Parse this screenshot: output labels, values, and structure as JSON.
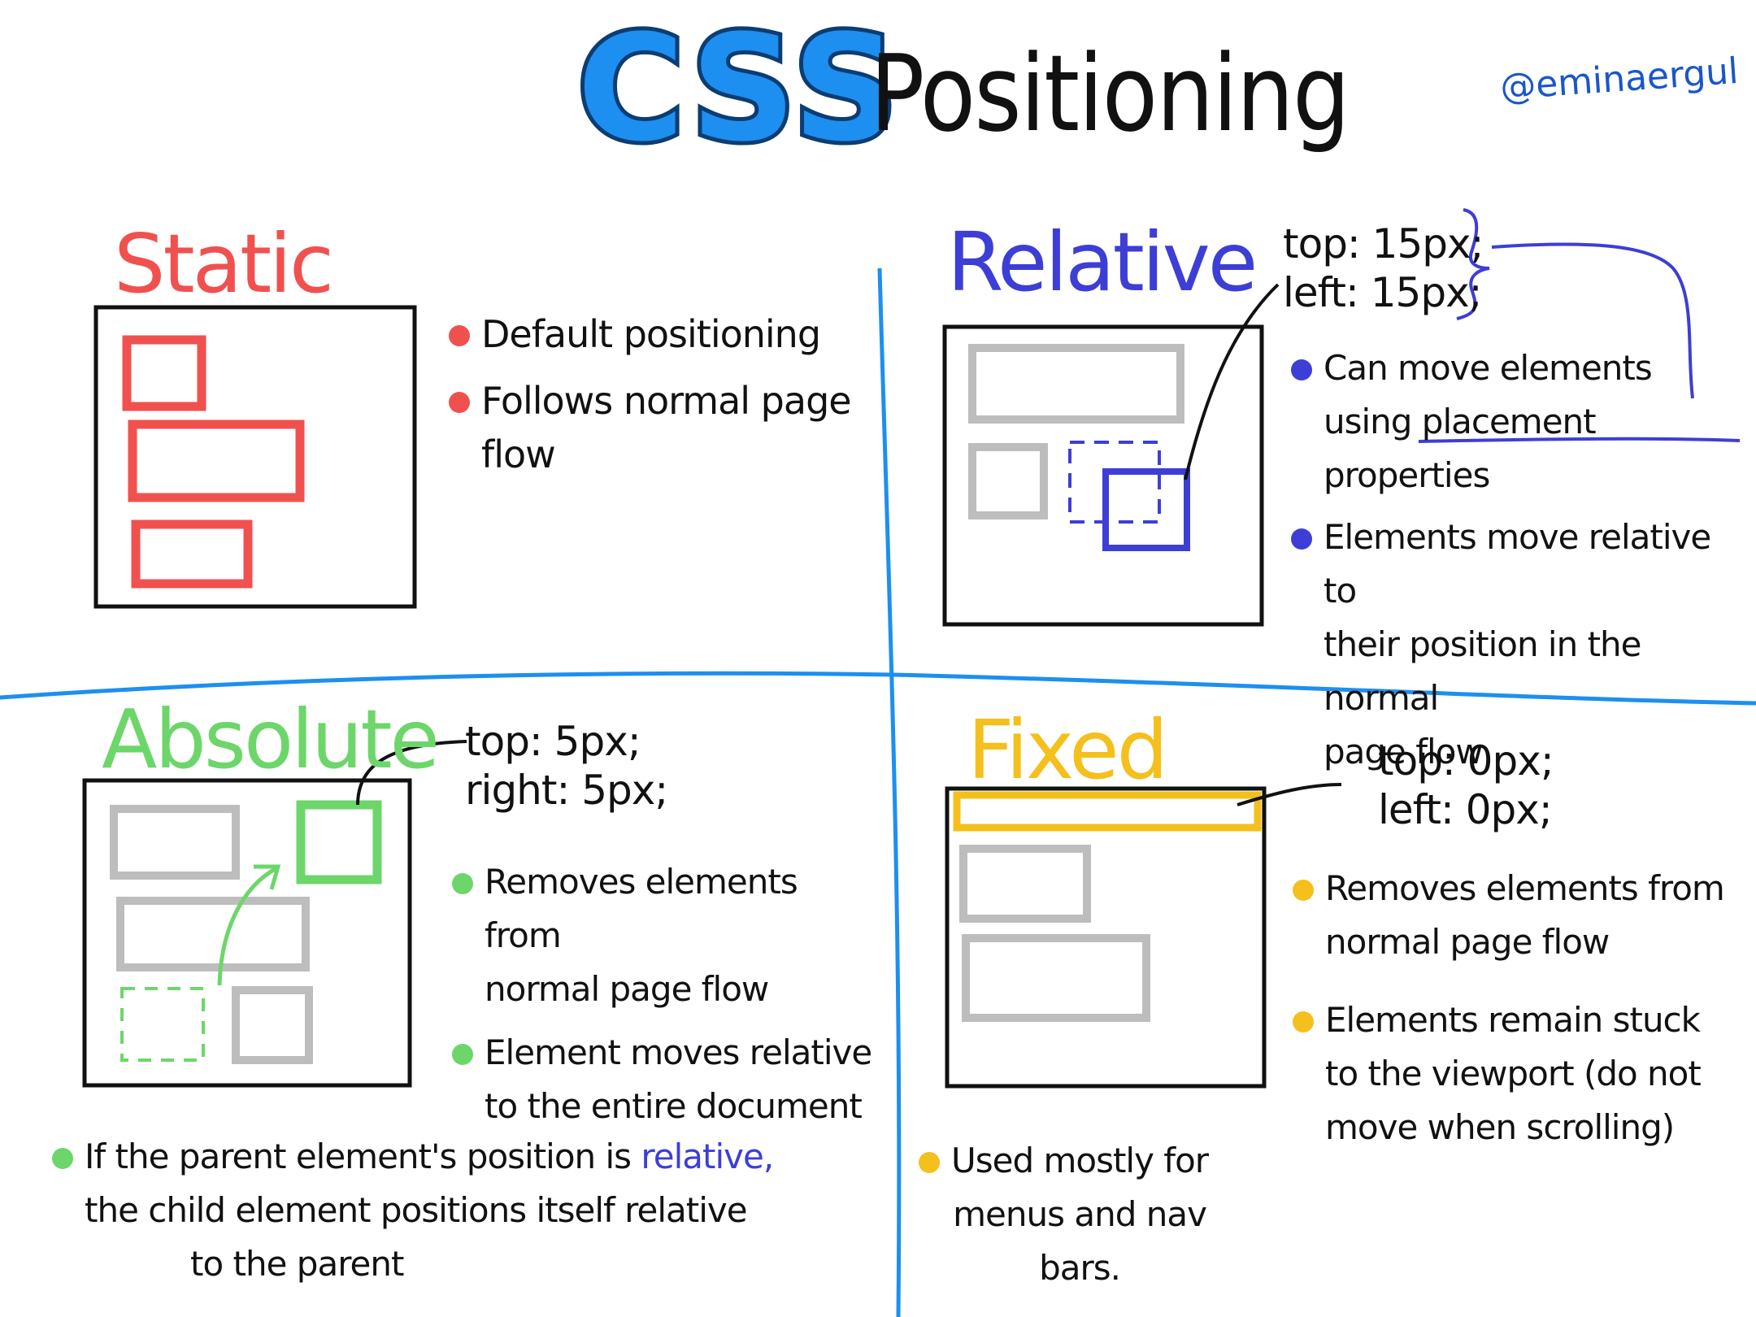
{
  "title": {
    "css": "CSS",
    "positioning": "Positioning"
  },
  "author_handle": "@eminaergul",
  "static": {
    "heading": "Static",
    "bullets": [
      {
        "lines": [
          "Default positioning"
        ]
      },
      {
        "lines": [
          "Follows normal page",
          "flow"
        ]
      }
    ]
  },
  "relative": {
    "heading": "Relative",
    "code": [
      "top: 15px;",
      "left: 15px;"
    ],
    "bullets": [
      {
        "lines": [
          "Can move elements",
          "using placement properties"
        ]
      },
      {
        "lines": [
          "Elements move relative to",
          "their position in the normal",
          "page flow"
        ]
      }
    ],
    "underlined_phrase": "placement properties"
  },
  "absolute": {
    "heading": "Absolute",
    "code": [
      "top: 5px;",
      "right: 5px;"
    ],
    "bullets": [
      {
        "lines": [
          "Removes elements from",
          "normal page flow"
        ]
      },
      {
        "lines": [
          "Element moves relative",
          "to the entire document"
        ]
      }
    ],
    "note": {
      "before": "If the parent element's position is",
      "highlight": "relative,",
      "after_lines": [
        "the child element positions itself relative",
        "to the parent"
      ]
    }
  },
  "fixed": {
    "heading": "Fixed",
    "code": [
      "top: 0px;",
      "left: 0px;"
    ],
    "bullets": [
      {
        "lines": [
          "Removes elements from",
          "normal page flow"
        ]
      },
      {
        "lines": [
          "Elements remain stuck",
          "to the viewport (do not",
          "move when scrolling)"
        ]
      }
    ],
    "note_lines": [
      "Used mostly for",
      "menus and nav",
      "bars."
    ]
  },
  "colors": {
    "static": "#f0514f",
    "relative": "#3d3ed6",
    "absolute": "#6dd66a",
    "fixed": "#f5bf1c",
    "divider": "#1d8ff0",
    "title_fill": "#1d8ff0",
    "placeholder_grey": "#bdbdbd"
  }
}
